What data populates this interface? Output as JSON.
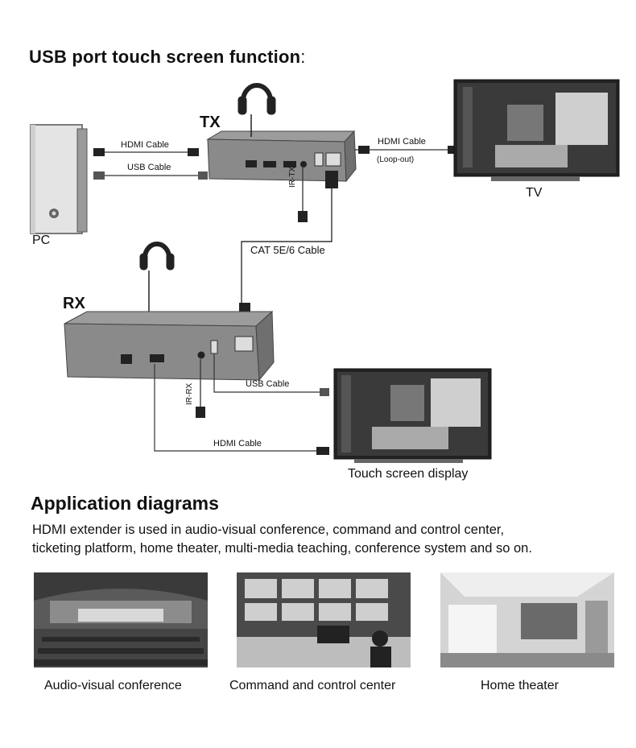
{
  "section1": {
    "title": "USB port touch screen function",
    "title_suffix": ":"
  },
  "devices": {
    "tx": "TX",
    "rx": "RX",
    "pc": "PC",
    "tv": "TV",
    "touch": "Touch screen display"
  },
  "cables": {
    "hdmi_pc": "HDMI Cable",
    "usb_pc": "USB Cable",
    "hdmi_tv": "HDMI Cable",
    "loop_out": "(Loop-out)",
    "ir_tx": "IR-TX",
    "cat": "CAT 5E/6 Cable",
    "ir_rx": "IR-RX",
    "usb_rx": "USB Cable",
    "hdmi_rx": "HDMI Cable"
  },
  "section2": {
    "title": "Application diagrams",
    "desc_line1": "HDMI extender is used in audio-visual conference, command and control center,",
    "desc_line2": "ticketing platform, home theater, multi-media teaching, conference system and so on."
  },
  "photos": [
    {
      "caption": "Audio-visual conference",
      "icon": "conference-room-photo"
    },
    {
      "caption": "Command and control center",
      "icon": "control-center-photo"
    },
    {
      "caption": "Home theater",
      "icon": "home-theater-photo"
    }
  ]
}
